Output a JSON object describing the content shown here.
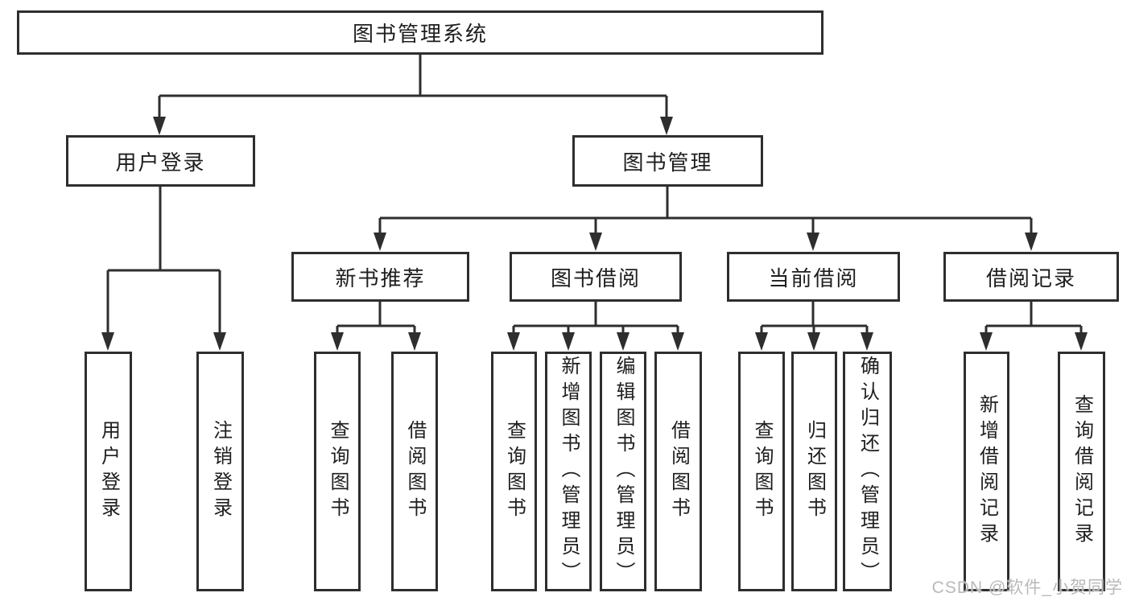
{
  "title": "图书管理系统",
  "watermark": "CSDN @软件_小贺同学",
  "colors": {
    "line": "#2e2e2e",
    "border": "#2e2e2e",
    "text": "#1e1e1e",
    "watermark": "#b9b9b9",
    "background": "#ffffff"
  },
  "tree": {
    "label": "图书管理系统",
    "children": [
      {
        "label": "用户登录",
        "children": [
          {
            "label": "用户登录"
          },
          {
            "label": "注销登录"
          }
        ]
      },
      {
        "label": "图书管理",
        "children": [
          {
            "label": "新书推荐",
            "children": [
              {
                "label": "查询图书"
              },
              {
                "label": "借阅图书"
              }
            ]
          },
          {
            "label": "图书借阅",
            "children": [
              {
                "label": "查询图书"
              },
              {
                "label": "新增图书（管理员）"
              },
              {
                "label": "编辑图书（管理员）"
              },
              {
                "label": "借阅图书"
              }
            ]
          },
          {
            "label": "当前借阅",
            "children": [
              {
                "label": "查询图书"
              },
              {
                "label": "归还图书"
              },
              {
                "label": "确认归还（管理员）"
              }
            ]
          },
          {
            "label": "借阅记录",
            "children": [
              {
                "label": "新增借阅记录"
              },
              {
                "label": "查询借阅记录"
              }
            ]
          }
        ]
      }
    ]
  }
}
